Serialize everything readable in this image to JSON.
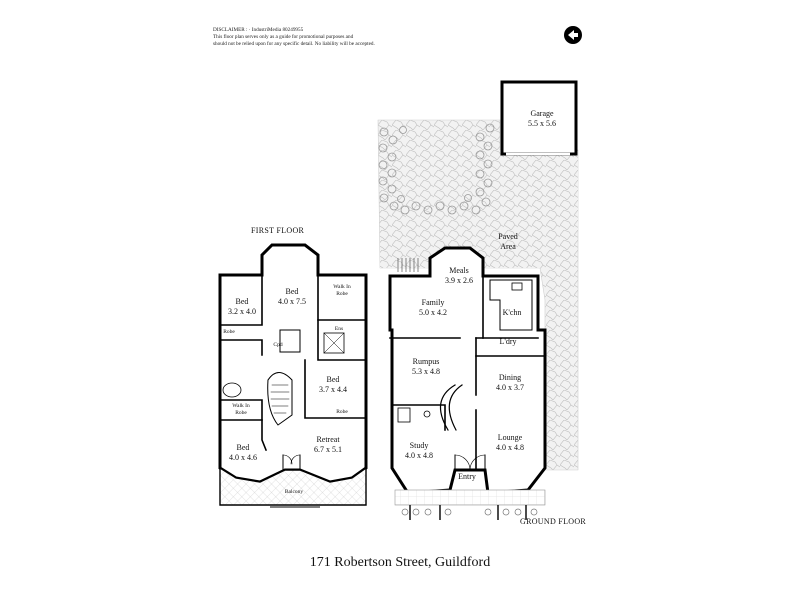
{
  "disclaimer": {
    "line1": "DISCLAIMER : · IndustriMedia 80249955",
    "line2": "This floor plan serves only as a guide for promotional purposes and",
    "line3": "should not be relied upon for any specific detail. No liability will be accepted."
  },
  "address": "171 Robertson Street, Guildford",
  "floors": {
    "first": "FIRST FLOOR",
    "ground": "GROUND FLOOR"
  },
  "first_floor_rooms": {
    "bed_top": {
      "name": "Bed",
      "size": "4.0 x 7.5"
    },
    "bed_left": {
      "name": "Bed",
      "size": "3.2 x 4.0"
    },
    "bed_mid": {
      "name": "Bed",
      "size": "3.7 x 4.4"
    },
    "bed_bottom": {
      "name": "Bed",
      "size": "4.0 x 4.6"
    },
    "retreat": {
      "name": "Retreat",
      "size": "6.7 x 5.1"
    },
    "walk_in_robe_top": "Walk In Robe",
    "walk_in_robe_left": "Walk In Robe",
    "robe_left": "Robe",
    "robe_mid": "Robe",
    "ens": "Ens",
    "cpd": "Cpd",
    "balcony": "Balcony"
  },
  "ground_floor_rooms": {
    "garage": {
      "name": "Garage",
      "size": "5.5 x 5.6"
    },
    "paved_area": "Paved Area",
    "meals": {
      "name": "Meals",
      "size": "3.9 x 2.6"
    },
    "family": {
      "name": "Family",
      "size": "5.0 x 4.2"
    },
    "kitchen": "K'chn",
    "laundry": "L'dry",
    "rumpus": {
      "name": "Rumpus",
      "size": "5.3 x 4.8"
    },
    "dining": {
      "name": "Dining",
      "size": "4.0 x 3.7"
    },
    "study": {
      "name": "Study",
      "size": "4.0 x 4.8"
    },
    "lounge": {
      "name": "Lounge",
      "size": "4.0 x 4.8"
    },
    "entry": "Entry"
  },
  "icons": {
    "compass": "north-arrow-icon"
  }
}
